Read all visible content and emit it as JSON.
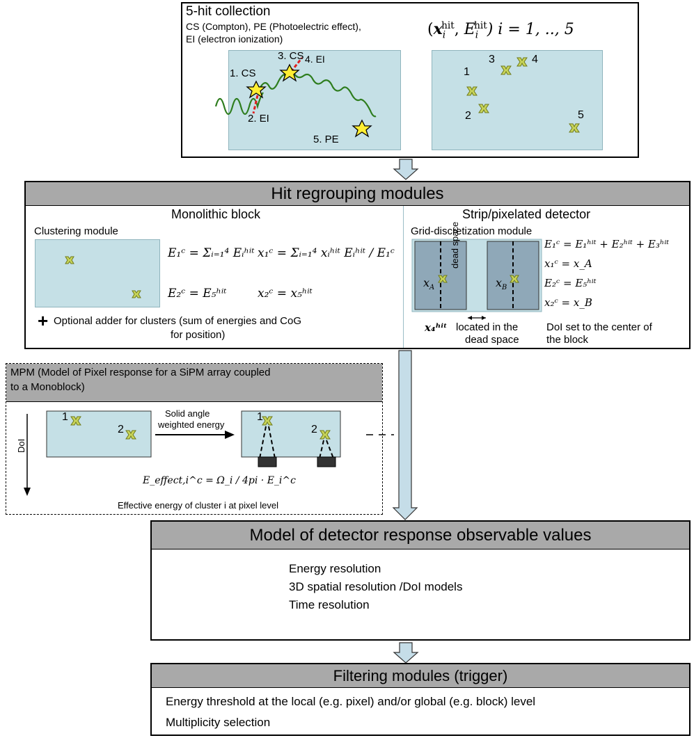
{
  "colors": {
    "panel_fill": "#c5e0e6",
    "header_fill": "#a9a9a9",
    "hit_marker": "#c8d45a",
    "photon_path": "#2e7d1e",
    "electron_track": "#e02020",
    "star": "#ffee33",
    "grid_block": "#8fa8b8",
    "arrow_fill": "#c5dde8"
  },
  "hit_collection": {
    "title": "5-hit collection",
    "legend_line1": "CS (Compton), PE (Photoelectric effect),",
    "legend_line2": "EI (electron ionization)",
    "hits_formula_pre": "(",
    "hits_formula_x": "x",
    "hits_formula_i": "i",
    "hits_formula_hit": "hit",
    "hits_formula_comma": ", ",
    "hits_formula_E": "E",
    "hits_formula_post": ")  i = 1, .., 5",
    "interactions": [
      "1. CS",
      "2. EI",
      "3. CS",
      "4. EI",
      "5. PE"
    ],
    "hit_numbers": [
      "1",
      "2",
      "3",
      "4",
      "5"
    ]
  },
  "regrouping": {
    "title": "Hit regrouping modules",
    "monolithic": {
      "title": "Monolithic block",
      "module": "Clustering module",
      "eq_E1": "E₁ᶜ = Σᵢ₌₁⁴ Eᵢʰⁱᵗ",
      "eq_x1": "x₁ᶜ = Σᵢ₌₁⁴ xᵢʰⁱᵗ Eᵢʰⁱᵗ / E₁ᶜ",
      "eq_E2": "E₂ᶜ = E₅ʰⁱᵗ",
      "eq_x2": "x₂ᶜ = x₅ʰⁱᵗ",
      "adder_symbol": "+",
      "adder_line1": "Optional adder for clusters (sum of energies and CoG",
      "adder_line2": "for position)"
    },
    "strip": {
      "title": "Strip/pixelated detector",
      "module": "Grid-discretization module",
      "dead_space": "dead space",
      "xA": "x",
      "xA_sub": "A",
      "xB": "x",
      "xB_sub": "B",
      "eq_E1": "E₁ᶜ = E₁ʰⁱᵗ + E₂ʰⁱᵗ + E₃ʰⁱᵗ",
      "eq_x1": "x₁ᶜ = x_A",
      "eq_E2": "E₂ᶜ = E₅ʰⁱᵗ",
      "eq_x2": "x₂ᶜ = x_B",
      "x4_label": "x₄ʰⁱᵗ",
      "x4_text1": "located in the",
      "x4_text2": "dead space",
      "doi_line1": "DoI set to the center of",
      "doi_line2": "the block"
    }
  },
  "mpm": {
    "title_line1": "MPM (Model of Pixel response for a SiPM array coupled",
    "title_line2": "to a Monoblock)",
    "doi_label": "DoI",
    "arrow_line1": "Solid angle",
    "arrow_line2": "weighted energy",
    "cluster_labels": [
      "1",
      "2",
      "1",
      "2"
    ],
    "eq": "E_effect,i^c = Ω_i / 4pi · E_i^c",
    "caption": "Effective energy of cluster i at pixel level"
  },
  "observables": {
    "title": "Model of detector response observable values",
    "items": [
      "Energy resolution",
      "3D spatial resolution /DoI models",
      "Time resolution"
    ]
  },
  "filtering": {
    "title": "Filtering modules (trigger)",
    "items": [
      "Energy threshold at the local (e.g. pixel) and/or global (e.g. block) level",
      "Multiplicity selection"
    ]
  }
}
